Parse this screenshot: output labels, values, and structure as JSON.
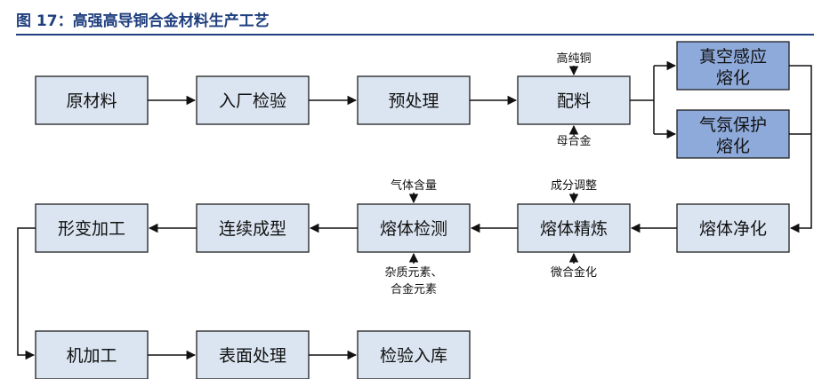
{
  "figure": {
    "title": "图 17：高强高导铜合金材料生产工艺"
  },
  "boxes": {
    "raw_material": "原材料",
    "incoming_inspection": "入厂检验",
    "pretreatment": "预处理",
    "batching": "配料",
    "vacuum_induction_melting": [
      "真空感应",
      "熔化"
    ],
    "argon_protected_melting": [
      "气氛保护",
      "熔化"
    ],
    "melt_purification": "熔体净化",
    "melt_refining": "熔体精炼",
    "melt_inspection": "熔体检测",
    "continuous_casting": "连续成型",
    "deformation_processing": "形变加工",
    "machining": "机加工",
    "surface_treatment": "表面处理",
    "inspection_storage": "检验入库"
  },
  "annotations": {
    "high_purity_copper": "高纯铜",
    "master_alloy": "母合金",
    "composition_adjust": "成分调整",
    "micro_alloying": "微合金化",
    "gas_content": "气体含量",
    "impurity_alloy_elements": [
      "杂质元素、",
      "合金元素"
    ]
  },
  "colors": {
    "box_fill": "#dbe5f1",
    "box_fill_dark": "#8eaadb",
    "title": "#1f3f7f"
  }
}
